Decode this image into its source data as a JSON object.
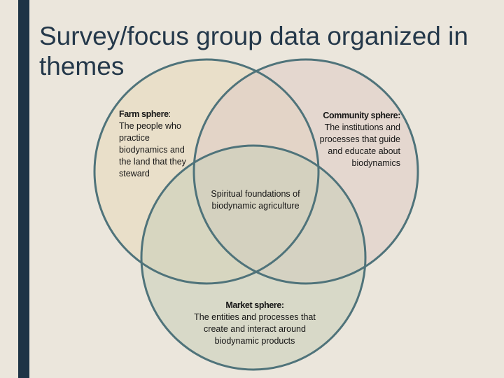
{
  "slide": {
    "title": "Survey/focus group data organized in themes"
  },
  "colors": {
    "side_bar": "#1e3446",
    "background": "#ebe6dc",
    "circle_outline": "#4f737a",
    "farm_fill": "#e8dcc3",
    "community_fill": "#e3d5cf",
    "market_fill": "#d6d8c8"
  },
  "venn": {
    "farm": {
      "heading": "Farm sphere",
      "punct": ":",
      "text": "The people who practice biodynamics and the land that they steward"
    },
    "community": {
      "heading": "Community sphere:",
      "text": "The institutions and processes that guide and educate about biodynamics"
    },
    "market": {
      "heading": "Market sphere:",
      "text": "The entities and processes that create and interact around biodynamic products"
    },
    "center": {
      "text": "Spiritual foundations of biodynamic agriculture"
    }
  }
}
